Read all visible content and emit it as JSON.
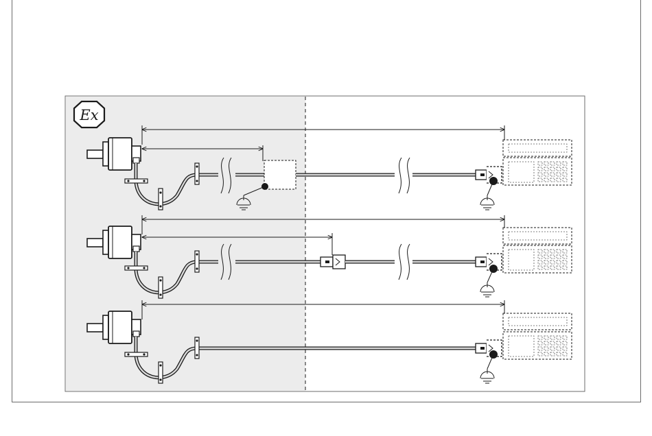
{
  "figure": {
    "ex_mark": {
      "text": "Ex",
      "icon": "ex-hazard-icon"
    },
    "zones": [
      {
        "name": "hazardous-area",
        "fill": "#ececec"
      },
      {
        "name": "safe-area",
        "fill": "#ffffff"
      }
    ],
    "variants": [
      {
        "label": "encoder-with-junction-box-grounded-in-hazardous-area",
        "intermediate": "junction-box"
      },
      {
        "label": "encoder-with-inline-connector-coupling",
        "intermediate": "inline-connector"
      },
      {
        "label": "encoder-direct-cable-to-display",
        "intermediate": "none"
      }
    ],
    "colors": {
      "line": "#1a1a1a",
      "hazard_zone": "#ececec",
      "frame": "#6b6b6b"
    }
  }
}
